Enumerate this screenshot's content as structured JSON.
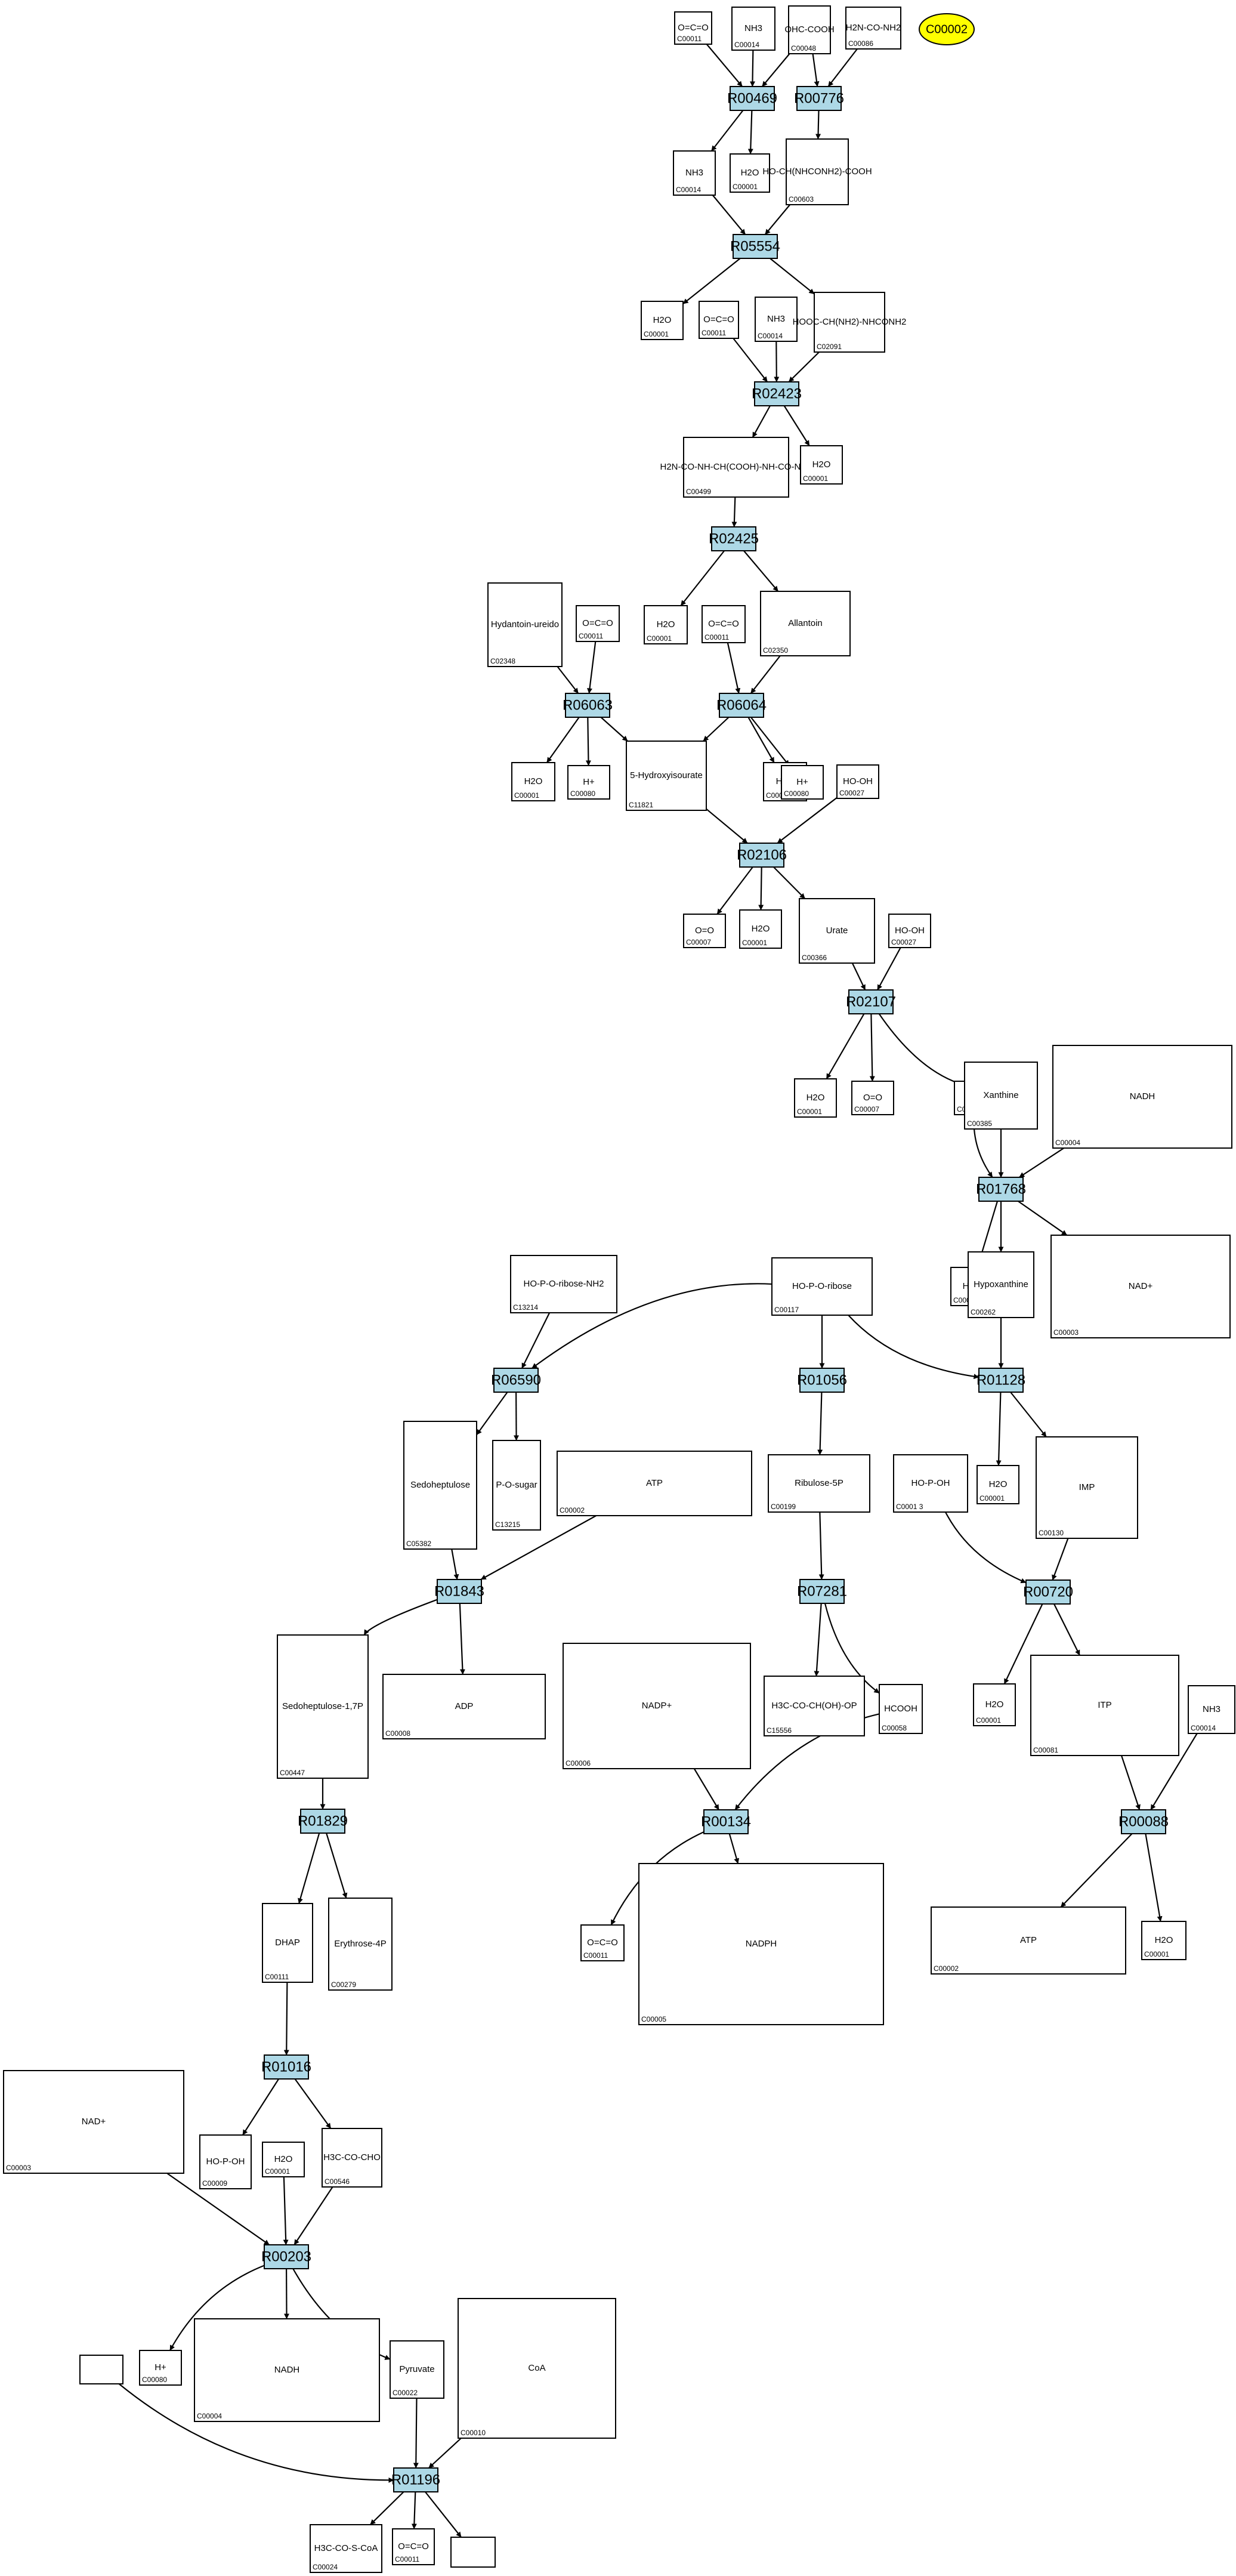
{
  "reactions": [
    "R00469",
    "R00776",
    "R05554",
    "R02423",
    "R02425",
    "R06063",
    "R06064",
    "R02106",
    "R02107",
    "R01768",
    "R06590",
    "R01056",
    "R01128",
    "R01843",
    "R07281",
    "R00720",
    "R01829",
    "R00134",
    "R00088",
    "R01016",
    "R00203",
    "R01196"
  ],
  "compounds": {
    "C00011a": {
      "label": "C00011",
      "formula": "O=C=O"
    },
    "C00014a": {
      "label": "C00014",
      "formula": "NH3"
    },
    "C00048": {
      "label": "C00048",
      "formula": "OHC-COOH"
    },
    "C00086": {
      "label": "C00086",
      "formula": "H2N-CO-NH2"
    },
    "C00014b": {
      "label": "C00014",
      "formula": "NH3"
    },
    "C00001a": {
      "label": "C00001",
      "formula": "H2O"
    },
    "C00603": {
      "label": "C00603",
      "formula": "HO-CH(NHCONH2)-COOH"
    },
    "C00001b": {
      "label": "C00001",
      "formula": "H2O"
    },
    "C00011b": {
      "label": "C00011",
      "formula": "O=C=O"
    },
    "C00014c": {
      "label": "C00014",
      "formula": "NH3"
    },
    "C02091": {
      "label": "C02091",
      "formula": "HOOC-CH(NH2)-NHCONH2"
    },
    "C00499": {
      "label": "C00499",
      "formula": "H2N-CO-NH-CH(COOH)-NH-CO-NH2"
    },
    "C00001c": {
      "label": "C00001",
      "formula": "H2O"
    },
    "C02348": {
      "label": "C02348",
      "formula": "Hydantoin-ureido"
    },
    "C00011c": {
      "label": "C00011",
      "formula": "O=C=O"
    },
    "C00001d": {
      "label": "C00001",
      "formula": "H2O"
    },
    "C00011d": {
      "label": "C00011",
      "formula": "O=C=O"
    },
    "C02350": {
      "label": "C02350",
      "formula": "Allantoin"
    },
    "C00001e": {
      "label": "C00001",
      "formula": "H2O"
    },
    "C00080a": {
      "label": "C00080",
      "formula": "H+"
    },
    "C11821": {
      "label": "C11821",
      "formula": "5-Hydroxyisourate"
    },
    "C00001f": {
      "label": "C00001",
      "formula": "H2O"
    },
    "C00080b": {
      "label": "C00080",
      "formula": "H+"
    },
    "C00027a": {
      "label": "C00027",
      "formula": "HO-OH"
    },
    "C00007a": {
      "label": "C00007",
      "formula": "O=O"
    },
    "C00001g": {
      "label": "C00001",
      "formula": "H2O"
    },
    "C00366": {
      "label": "C00366",
      "formula": "Urate"
    },
    "C00027b": {
      "label": "C00027",
      "formula": "HO-OH"
    },
    "C00001h": {
      "label": "C00001",
      "formula": "H2O"
    },
    "C00007b": {
      "label": "C00007",
      "formula": "O=O"
    },
    "C00080c": {
      "label": "C00080",
      "formula": "H+"
    },
    "C00385": {
      "label": "C00385",
      "formula": "Xanthine"
    },
    "C00004a": {
      "label": "C00004",
      "formula": "NADH"
    },
    "C00001i": {
      "label": "C00001",
      "formula": "H2O"
    },
    "C00262": {
      "label": "C00262",
      "formula": "Hypoxanthine"
    },
    "C00003a": {
      "label": "C00003",
      "formula": "NAD+"
    },
    "C13214": {
      "label": "C13214",
      "formula": "HO-P-O-ribose-NH2"
    },
    "C00117": {
      "label": "C00117",
      "formula": "HO-P-O-ribose"
    },
    "C05382": {
      "label": "C05382",
      "formula": "Sedoheptulose"
    },
    "C13215": {
      "label": "C13215",
      "formula": "P-O-sugar"
    },
    "C00002a": {
      "label": "C00002",
      "formula": "ATP"
    },
    "C00199": {
      "label": "C00199",
      "formula": "Ribulose-5P"
    },
    "C00001j": {
      "label": "C00001",
      "formula": "H2O"
    },
    "C00130": {
      "label": "C00130",
      "formula": "IMP"
    },
    "C00013": {
      "label": "C0001 3",
      "formula": "HO-P-OH"
    },
    "C00447": {
      "label": "C00447",
      "formula": "Sedoheptulose-1,7P"
    },
    "C00008a": {
      "label": "C00008",
      "formula": "ADP"
    },
    "C00006": {
      "label": "C00006",
      "formula": "NADP+"
    },
    "C15556": {
      "label": "C15556",
      "formula": "H3C-CO-CH(OH)-OP"
    },
    "C00058": {
      "label": "C00058",
      "formula": "HCOOH"
    },
    "C00001k": {
      "label": "C00001",
      "formula": "H2O"
    },
    "C00081": {
      "label": "C00081",
      "formula": "ITP"
    },
    "C00014d": {
      "label": "C00014",
      "formula": "NH3"
    },
    "C00111": {
      "label": "C00111",
      "formula": "DHAP"
    },
    "C00279": {
      "label": "C00279",
      "formula": "Erythrose-4P"
    },
    "C00011e": {
      "label": "C00011",
      "formula": "O=C=O"
    },
    "C00005": {
      "label": "C00005",
      "formula": "NADPH"
    },
    "C00002b": {
      "label": "C00002",
      "formula": "ATP"
    },
    "C00001l": {
      "label": "C00001",
      "formula": "H2O"
    },
    "C00003b": {
      "label": "C00003",
      "formula": "NAD+"
    },
    "C00009": {
      "label": "C00009",
      "formula": "HO-P-OH"
    },
    "C00001m": {
      "label": "C00001",
      "formula": "H2O"
    },
    "C00546": {
      "label": "C00546",
      "formula": "H3C-CO-CHO"
    },
    "C00080d": {
      "label": "C00080",
      "formula": "H+"
    },
    "C00004b": {
      "label": "C00004",
      "formula": "NADH"
    },
    "C00022": {
      "label": "C00022",
      "formula": "Pyruvate"
    },
    "C00010": {
      "label": "C00010",
      "formula": "CoA"
    },
    "unknown1": {
      "label": "",
      "formula": ""
    },
    "C00024": {
      "label": "C00024",
      "formula": "H3C-CO-S-CoA"
    },
    "C00011f": {
      "label": "C00011",
      "formula": "O=C=O"
    },
    "unknown2": {
      "label": "",
      "formula": ""
    },
    "C00002": {
      "label": "C00002",
      "formula": ""
    }
  }
}
